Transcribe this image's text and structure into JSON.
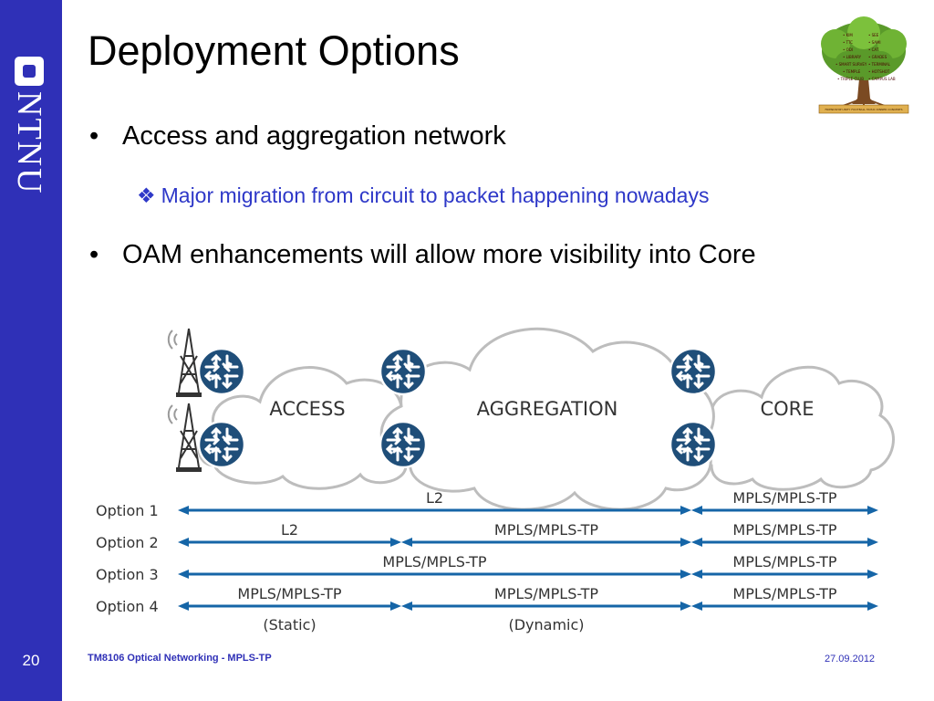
{
  "slide": {
    "title": "Deployment Options",
    "bullets": [
      {
        "text": "Access and aggregation network"
      },
      {
        "text": "OAM enhancements will allow more visibility into Core"
      }
    ],
    "sub_bullet": "Major migration from circuit to packet happening nowadays",
    "bullet_mark": "•",
    "sub_bullet_mark": "❖"
  },
  "sidebar": {
    "brand": "NTNU",
    "slide_number": "20"
  },
  "footer": {
    "course": "TM8106 Optical Networking - MPLS-TP",
    "date": "27.09.2012"
  },
  "colors": {
    "sidebar": "#2f30b7",
    "accent_text": "#2e38c8",
    "router": "#1f4e79",
    "arrow": "#1565a7",
    "cloud_stroke": "#bdbdbd"
  },
  "diagram": {
    "clouds": [
      "ACCESS",
      "AGGREGATION",
      "CORE"
    ],
    "icons": [
      "cell-tower-icon",
      "router-icon"
    ],
    "options": [
      {
        "label": "Option 1",
        "segments": [
          {
            "text": "L2",
            "sub": ""
          },
          {
            "text": "MPLS/MPLS-TP",
            "sub": ""
          }
        ]
      },
      {
        "label": "Option 2",
        "segments": [
          {
            "text": "L2",
            "sub": ""
          },
          {
            "text": "MPLS/MPLS-TP",
            "sub": ""
          },
          {
            "text": "MPLS/MPLS-TP",
            "sub": ""
          }
        ]
      },
      {
        "label": "Option 3",
        "segments": [
          {
            "text": "MPLS/MPLS-TP",
            "sub": ""
          },
          {
            "text": "MPLS/MPLS-TP",
            "sub": ""
          }
        ]
      },
      {
        "label": "Option 4",
        "segments": [
          {
            "text": "MPLS/MPLS-TP",
            "sub": "(Static)"
          },
          {
            "text": "MPLS/MPLS-TP",
            "sub": "(Dynamic)"
          },
          {
            "text": "MPLS/MPLS-TP",
            "sub": ""
          }
        ]
      }
    ]
  },
  "logo_tree": {
    "words": [
      "• KIM",
      "• SEE",
      "• TTC",
      "• SAMI",
      "• ODI",
      "• CAT",
      "• LIBRARY",
      "• GRADES",
      "• SMART SURVEY",
      "• TERMINAL",
      "• TEMPLE",
      "• HOTSHOT",
      "• TRIPLE CLUB",
      "• CAMPUS LAB"
    ],
    "base": "FRIENDSHIP  UNITY  FOOTBALL  MUSIC  DINNER  CONCERTS"
  }
}
